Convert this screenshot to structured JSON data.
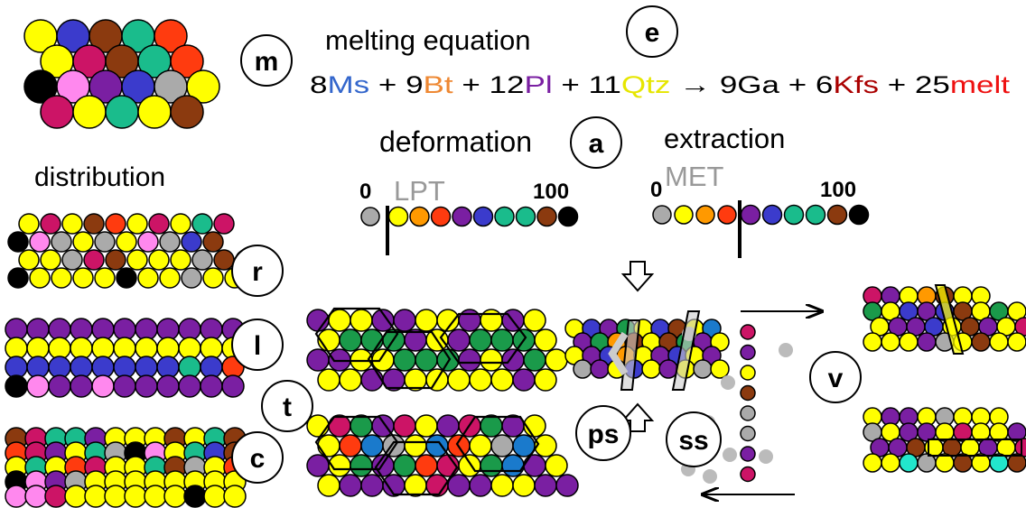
{
  "colors": {
    "Y": "#ffff00",
    "B": "#3b3bcc",
    "N": "#8b3a0f",
    "T": "#1abc8c",
    "R": "#ff3b0f",
    "M": "#cc1466",
    "K": "#000000",
    "P": "#ff88ee",
    "V": "#7a1fa2",
    "G": "#aaaaaa",
    "O": "#ff9900",
    "D": "#1a9a4a",
    "A": "#1a7acc",
    "C": "#22e6cc",
    "E": "#ee1111"
  },
  "labels": {
    "m": "m",
    "e": "e",
    "a": "a",
    "r": "r",
    "l": "l",
    "t": "t",
    "c": "c",
    "v": "v",
    "ps": "ps",
    "ss": "ss"
  },
  "equation": {
    "title": "melting equation",
    "terms": [
      {
        "text": "8",
        "color": "#000000"
      },
      {
        "text": "Ms",
        "color": "#3366cc"
      },
      {
        "text": " + 9",
        "color": "#000000"
      },
      {
        "text": "Bt",
        "color": "#ee8833"
      },
      {
        "text": " + 12",
        "color": "#000000"
      },
      {
        "text": "Pl",
        "color": "#7a1fa2"
      },
      {
        "text": " + 11",
        "color": "#000000"
      },
      {
        "text": "Qtz",
        "color": "#e6e600"
      },
      {
        "text": " → 9Ga + 6",
        "color": "#000000"
      },
      {
        "text": "Kfs",
        "color": "#aa0000"
      },
      {
        "text": " + 25",
        "color": "#000000"
      },
      {
        "text": "melt",
        "color": "#ee1111"
      }
    ]
  },
  "distribution_label": "distribution",
  "deformation": {
    "title": "deformation",
    "threshold_label": "LPT",
    "min": "0",
    "max": "100",
    "left_circles": [
      "G"
    ],
    "right_circles": [
      "Y",
      "O",
      "R",
      "V",
      "B",
      "T",
      "T",
      "N",
      "K"
    ]
  },
  "extraction": {
    "title": "extraction",
    "threshold_label": "MET",
    "min": "0",
    "max": "100",
    "left_circles": [
      "G",
      "Y",
      "O",
      "R"
    ],
    "right_circles": [
      "V",
      "B",
      "T",
      "T",
      "N",
      "K"
    ]
  },
  "packs": {
    "m": [
      "YBNTR",
      "YMNTR",
      "KPVBGY",
      "MYTYN"
    ],
    "r": [
      "YMYNRYMYTM",
      "KPGYGYPGBN",
      "YYGMNYYYGNT",
      "KYYYYKYYGYY"
    ],
    "l": [
      "VVVVVVVVVVV",
      "YYYYYYYYYYY",
      "BBBBBBBBTBR",
      "KPVVPVVVVVV"
    ],
    "c": [
      "NMTTVYYYNYTN",
      "RMVYTGKPYTBN",
      "YTYRMYYTNGYR",
      "KPVGYYYYYYYY",
      "PPMYYYYYYKYY"
    ],
    "t_top": [
      "VYYVVYYVYVY",
      "YDDDVYVDDDY",
      "VVYYDDDVYVDY",
      "YYVVYYYYYVY"
    ],
    "t_bottom": [
      "YMDVMYVMDVY",
      "YRAGYARYGAY",
      "VYDVDRMYDAVY",
      "YVVVYMVVYYVV"
    ],
    "center": [
      "YBVDYBNYA",
      "VDONYNDVY",
      "YVBOYVBYV",
      "GVYBYVYGY"
    ],
    "v_top": [
      "MVYONYY",
      "DYBVBNYDYY",
      "YVVBYNVYM",
      "YYYVGYNYYY"
    ],
    "v_bottom": [
      "YVVYGYYY",
      "GYVVYMYYVY",
      "VVNYNYVYM",
      "YYCGYNYCNY"
    ]
  },
  "dot_column": [
    "M",
    "V",
    "Y",
    "N",
    "G",
    "G",
    "V",
    "M"
  ],
  "gray_scatter_count": 8
}
